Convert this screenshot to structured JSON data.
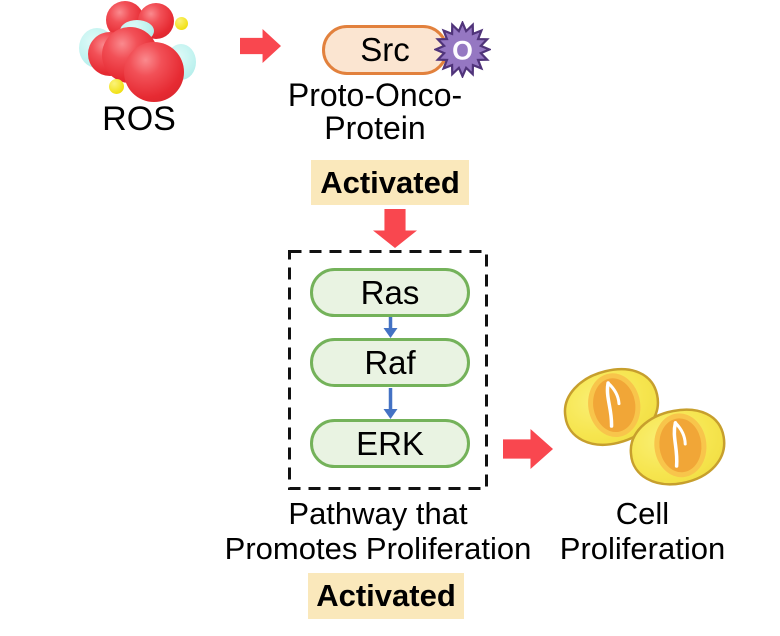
{
  "ros": {
    "label": "ROS"
  },
  "src": {
    "label": "Src",
    "badge": "O",
    "caption_line1": "Proto-Onco-",
    "caption_line2": "Protein",
    "status": "Activated"
  },
  "pathway": {
    "boxes": [
      "Ras",
      "Raf",
      "ERK"
    ],
    "caption_line1": "Pathway that",
    "caption_line2": "Promotes Proliferation",
    "status": "Activated"
  },
  "cell": {
    "caption_line1": "Cell",
    "caption_line2": "Proliferation"
  },
  "icons": {
    "ros_molecule": "red-oxygen-spheres-molecule",
    "activation_badge": "purple-starburst-O",
    "cell_illustration": "two-yellow-cells",
    "flow_arrows": "red-block-arrow",
    "step_arrows": "blue-thin-arrow"
  },
  "colors": {
    "arrow_red": "#F9474F",
    "src_fill": "#FBE5D1",
    "src_border": "#E2813D",
    "starburst_fill": "#9577C2",
    "starburst_outline": "#50347A",
    "highlight_yellow": "#FAE8BB",
    "pill_green_fill": "#E9F3E2",
    "pill_green_border": "#74B25A",
    "step_arrow_blue": "#4472C4",
    "cell_body_yellow": "#F5E34C",
    "cell_outline": "#C79F2D",
    "cell_nucleus_outer": "#F8C54B",
    "cell_nucleus_inner": "#F1A637",
    "molecule_red": "#E93B42",
    "molecule_cyan": "#BFF2EF",
    "molecule_yellow_dot": "#F7EC2A",
    "text": "#000000",
    "dashed_border": "#111111"
  }
}
